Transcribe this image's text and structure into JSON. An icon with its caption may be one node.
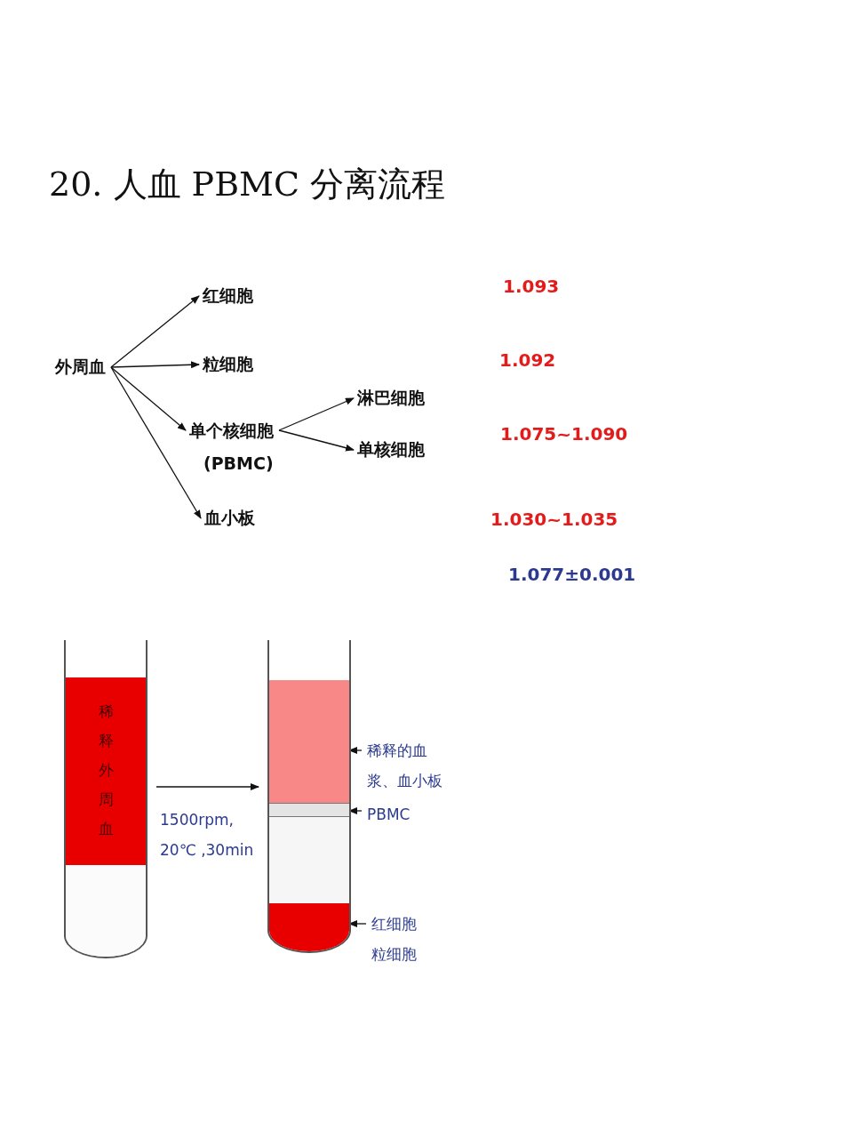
{
  "diagram": {
    "title": "20. 人血 PBMC 分离流程",
    "nodes": [
      {
        "text": [
          "外周血"
        ]
      },
      {
        "text": [
          "红细胞"
        ]
      },
      {
        "text": [
          "粒细胞"
        ]
      },
      {
        "text": [
          "单个核细胞",
          "(PBMC)"
        ]
      },
      {
        "text": [
          "血小板"
        ]
      },
      {
        "text": [
          "淋巴细胞"
        ]
      },
      {
        "text": [
          "单核细胞"
        ]
      },
      {
        "text": [],
        "shape": "tube"
      },
      {
        "text": [
          "稀释外周血"
        ],
        "in": 7
      },
      {
        "text": [],
        "shape": "box",
        "in": 7
      },
      {
        "text": [],
        "shape": "tube"
      },
      {
        "text": [],
        "shape": "box",
        "in": 10
      },
      {
        "text": [],
        "shape": "box",
        "in": 10
      },
      {
        "text": [],
        "shape": "box",
        "in": 10
      },
      {
        "text": [],
        "shape": "box",
        "in": 10
      },
      {
        "text": [
          "稀释的血浆、血小板"
        ]
      },
      {
        "text": [
          "PBMC"
        ]
      },
      {
        "text": [
          "红细胞粒细胞"
        ]
      }
    ],
    "edges": [
      {
        "from": 0,
        "to": 1,
        "arrow": "to"
      },
      {
        "from": 0,
        "to": 2,
        "arrow": "to"
      },
      {
        "from": 0,
        "to": 3,
        "arrow": "to"
      },
      {
        "from": 0,
        "to": 4,
        "arrow": "to"
      },
      {
        "from": 3,
        "to": 5,
        "arrow": "to"
      },
      {
        "from": 3,
        "to": 6,
        "arrow": "to"
      },
      {
        "from": 7,
        "to": 10,
        "arrow": "to",
        "label": "1500rpm, 20℃ ,30min"
      },
      {
        "from": 15,
        "to": 11,
        "arrow": "to"
      },
      {
        "from": 16,
        "to": 12,
        "arrow": "to"
      },
      {
        "from": 17,
        "to": 14,
        "arrow": "to"
      }
    ],
    "labels": [
      "1.093",
      "1.092",
      "1.075~1.090",
      "1.030~1.035",
      "1.077±0.001"
    ]
  }
}
